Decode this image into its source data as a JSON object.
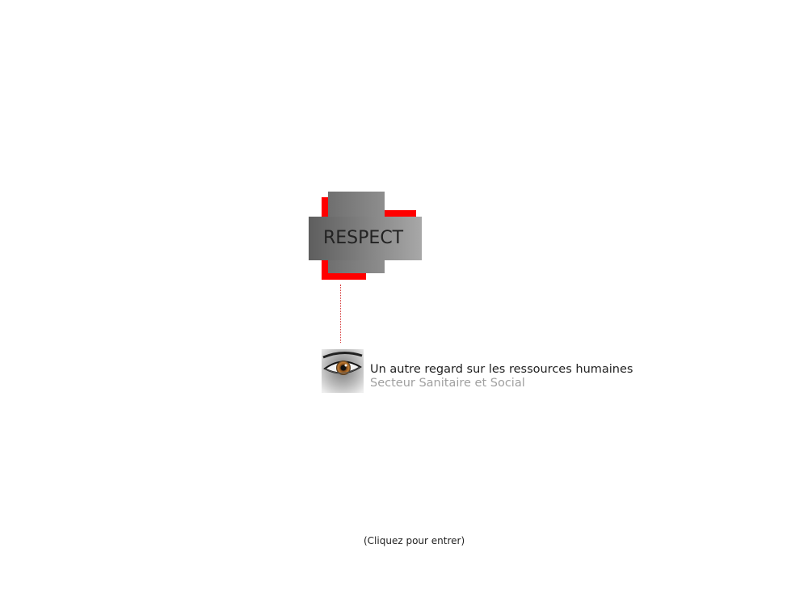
{
  "logo": {
    "brand_text": "RESPECT",
    "accent_color": "#ff0000",
    "grey_color": "#7a7a7a"
  },
  "intro": {
    "image_icon": "eye-icon",
    "tagline": "Un autre regard sur les ressources humaines",
    "subtitle": "Secteur Sanitaire et Social"
  },
  "footer": {
    "enter_label": "(Cliquez pour entrer)"
  },
  "colors": {
    "background": "#ffffff",
    "text": "#222222",
    "subtitle": "#a0a0a0",
    "connector": "#d84040"
  }
}
